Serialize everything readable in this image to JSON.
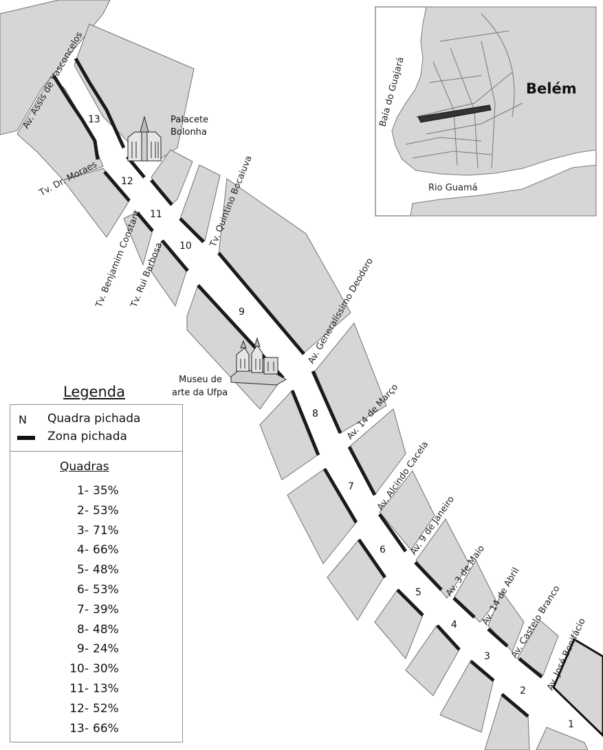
{
  "inset": {
    "city": "Belém",
    "bay_label": "Baía do Guajará",
    "river_label": "Rio Guamá"
  },
  "streets": [
    {
      "id": "vasconcelos",
      "label": "Av. Assis de Vasconcelos"
    },
    {
      "id": "moraes",
      "label": "Tv. Dr. Moraes"
    },
    {
      "id": "constant",
      "label": "Tv. Benjamim Constant"
    },
    {
      "id": "barbosa",
      "label": "Tv. Rui Barbosa"
    },
    {
      "id": "bocaiuva",
      "label": "Tv. Quintino Bocaiuva"
    },
    {
      "id": "deodoro",
      "label": "Av. Generalíssimo Deodoro"
    },
    {
      "id": "marco14",
      "label": "Av. 14 de Março"
    },
    {
      "id": "cacela",
      "label": "Av. Alcindo Cacela"
    },
    {
      "id": "janeiro9",
      "label": "Av. 9 de Janeiro"
    },
    {
      "id": "maio3",
      "label": "Av. 3 de Maio"
    },
    {
      "id": "abril14",
      "label": "Av. 14 de Abril"
    },
    {
      "id": "castelo",
      "label": "Av. Castelo Branco"
    },
    {
      "id": "bonifacio",
      "label": "Av. José Bonifácio"
    }
  ],
  "landmarks": {
    "palacete": {
      "line1": "Palacete",
      "line2": "Bolonha"
    },
    "museu": {
      "line1": "Museu de",
      "line2": "arte da Ufpa"
    }
  },
  "quadra_numbers": [
    "1",
    "2",
    "3",
    "4",
    "5",
    "6",
    "7",
    "8",
    "9",
    "10",
    "11",
    "12",
    "13"
  ],
  "legend": {
    "title": "Legenda",
    "symbol_n": "N",
    "quadra_label": "Quadra pichada",
    "zona_label": "Zona pichada",
    "quadras_title": "Quadras",
    "quadras": [
      {
        "n": "1-",
        "pct": "35%"
      },
      {
        "n": "2-",
        "pct": "53%"
      },
      {
        "n": "3-",
        "pct": "71%"
      },
      {
        "n": "4-",
        "pct": "66%"
      },
      {
        "n": "5-",
        "pct": "48%"
      },
      {
        "n": "6-",
        "pct": "53%"
      },
      {
        "n": "7-",
        "pct": "39%"
      },
      {
        "n": "8-",
        "pct": "48%"
      },
      {
        "n": "9-",
        "pct": "24%"
      },
      {
        "n": "10-",
        "pct": "30%"
      },
      {
        "n": "11-",
        "pct": "13%"
      },
      {
        "n": "12-",
        "pct": "52%"
      },
      {
        "n": "13-",
        "pct": "66%"
      }
    ]
  }
}
